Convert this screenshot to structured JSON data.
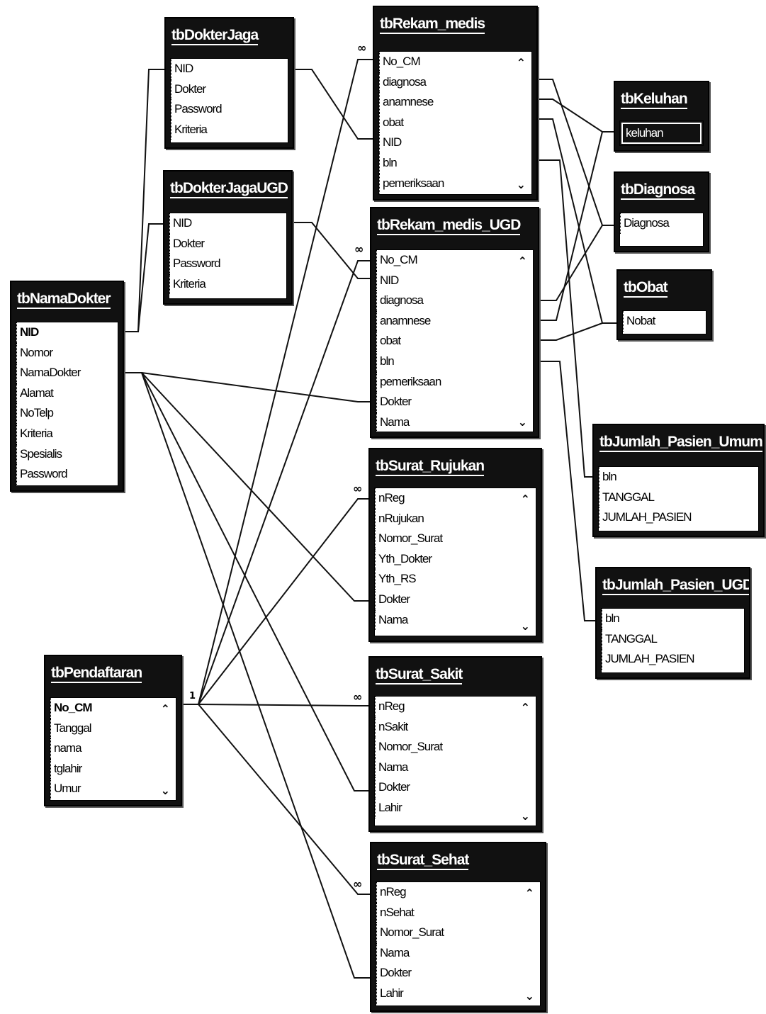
{
  "tables": {
    "tbDokterJaga": {
      "title": "tbDokterJaga",
      "fields": [
        "NID",
        "Dokter",
        "Password",
        "Kriteria"
      ]
    },
    "tbRekam_medis": {
      "title": "tbRekam_medis",
      "fields": [
        "No_CM",
        "diagnosa",
        "anamnese",
        "obat",
        "NID",
        "bln",
        "pemeriksaan"
      ]
    },
    "tbKeluhan": {
      "title": "tbKeluhan",
      "fields": [
        "keluhan"
      ]
    },
    "tbDokterJagaUGD": {
      "title": "tbDokterJagaUGD",
      "fields": [
        "NID",
        "Dokter",
        "Password",
        "Kriteria"
      ]
    },
    "tbRekam_medis_UGD": {
      "title": "tbRekam_medis_UGD",
      "fields": [
        "No_CM",
        "NID",
        "diagnosa",
        "anamnese",
        "obat",
        "bln",
        "pemeriksaan",
        "Dokter",
        "Nama"
      ]
    },
    "tbDiagnosa": {
      "title": "tbDiagnosa",
      "fields": [
        "Diagnosa"
      ]
    },
    "tbObat": {
      "title": "tbObat",
      "fields": [
        "Nobat"
      ]
    },
    "tbNamaDokter": {
      "title": "tbNamaDokter",
      "fields": [
        "NID",
        "Nomor",
        "NamaDokter",
        "Alamat",
        "NoTelp",
        "Kriteria",
        "Spesialis",
        "Password"
      ]
    },
    "tbJumlah_Pasien_Umum": {
      "title": "tbJumlah_Pasien_Umum",
      "fields": [
        "bln",
        "TANGGAL",
        "JUMLAH_PASIEN"
      ]
    },
    "tbSurat_Rujukan": {
      "title": "tbSurat_Rujukan",
      "fields": [
        "nReg",
        "nRujukan",
        "Nomor_Surat",
        "Yth_Dokter",
        "Yth_RS",
        "Dokter",
        "Nama"
      ]
    },
    "tbJumlah_Pasien_UGD": {
      "title": "tbJumlah_Pasien_UGD",
      "fields": [
        "bln",
        "TANGGAL",
        "JUMLAH_PASIEN"
      ]
    },
    "tbPendaftaran": {
      "title": "tbPendaftaran",
      "fields": [
        "No_CM",
        "Tanggal",
        "nama",
        "tglahir",
        "Umur"
      ]
    },
    "tbSurat_Sakit": {
      "title": "tbSurat_Sakit",
      "fields": [
        "nReg",
        "nSakit",
        "Nomor_Surat",
        "Nama",
        "Dokter",
        "Lahir"
      ]
    },
    "tbSurat_Sehat": {
      "title": "tbSurat_Sehat",
      "fields": [
        "nReg",
        "nSehat",
        "Nomor_Surat",
        "Nama",
        "Dokter",
        "Lahir"
      ]
    }
  },
  "symbols": {
    "many": "∞",
    "one": "1",
    "scroll_up": "⌃",
    "scroll_down": "⌄"
  }
}
